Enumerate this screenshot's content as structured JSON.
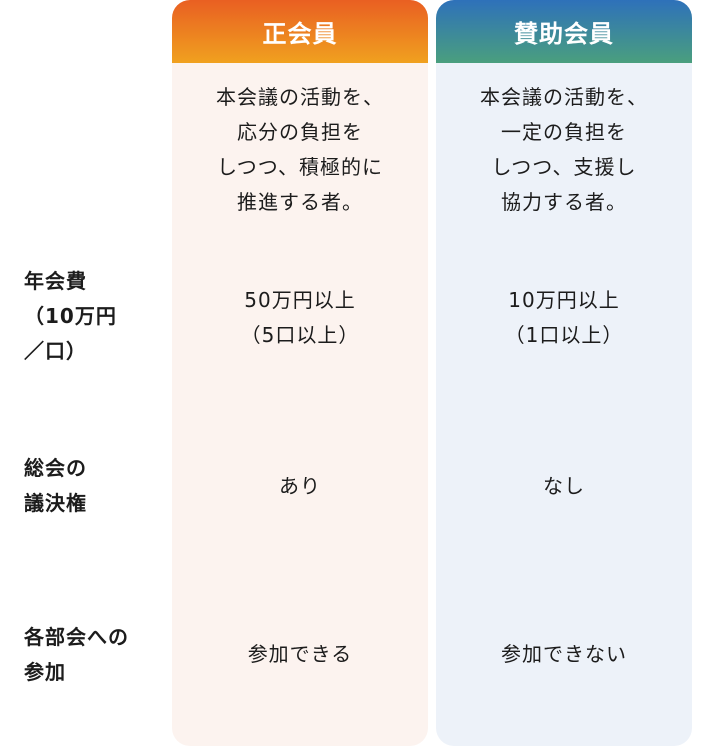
{
  "columns": {
    "regular": {
      "title": "正会員",
      "description": "本会議の活動を、\n応分の負担を\nしつつ、積極的に\n推進する者。",
      "annual_fee": "50万円以上\n（5口以上）",
      "voting_right": "あり",
      "section_participation": "参加できる",
      "gradient": [
        "#e95f22",
        "#f0a11f"
      ],
      "background": "#fcf3ef"
    },
    "support": {
      "title": "賛助会員",
      "description": "本会議の活動を、\n一定の負担を\nしつつ、支援し\n協力する者。",
      "annual_fee": "10万円以上\n（1口以上）",
      "voting_right": "なし",
      "section_participation": "参加できない",
      "gradient": [
        "#2e71ba",
        "#4a9f7e"
      ],
      "background": "#edf2f9"
    }
  },
  "row_labels": {
    "annual_fee": "年会費\n（10万円\n／口）",
    "voting_right": "総会の\n議決権",
    "section_participation": "各部会への\n参加"
  }
}
